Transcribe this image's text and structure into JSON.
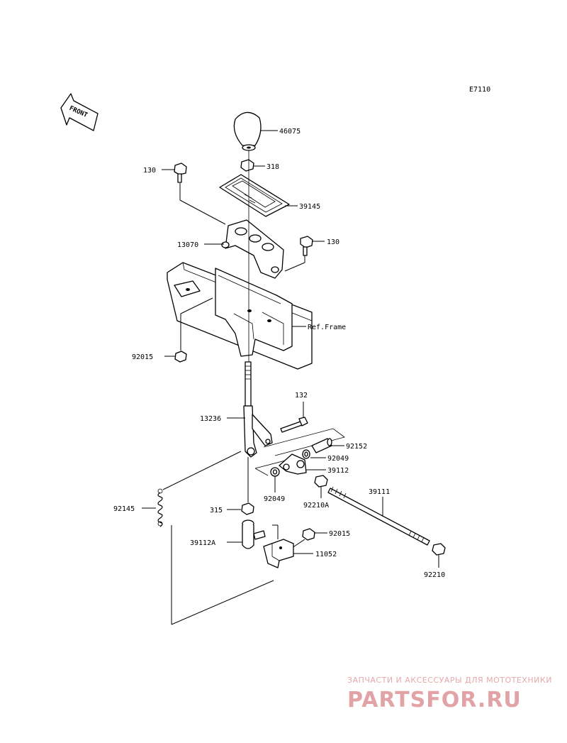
{
  "diagram_code": "E7110",
  "front_label": "FRONT",
  "parts": {
    "p46075": "46075",
    "p318": "318",
    "p130_top": "130",
    "p39145": "39145",
    "p13070": "13070",
    "p130_right": "130",
    "ref_frame": "Ref.Frame",
    "p92015_left": "92015",
    "p132": "132",
    "p13236": "13236",
    "p92152": "92152",
    "p92049_top": "92049",
    "p39112": "39112",
    "p39111": "39111",
    "p92049_bottom": "92049",
    "p92210A": "92210A",
    "p92145": "92145",
    "p315": "315",
    "p92015_right": "92015",
    "p39112A": "39112A",
    "p11052": "11052",
    "p92210": "92210"
  },
  "watermark": {
    "subtitle": "ЗАПЧАСТИ И АКСЕССУАРЫ ДЛЯ МОТОТЕХНИКИ",
    "brand": "PARTSFOR.RU"
  }
}
